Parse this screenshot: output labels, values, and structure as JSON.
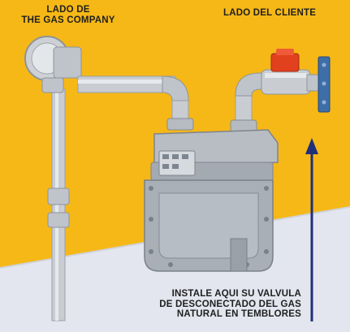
{
  "labels": {
    "gas_company_side": [
      "LADO DE",
      "THE GAS COMPANY"
    ],
    "customer_side": "LADO DEL CLIENTE",
    "instruction": [
      "INSTALE AQUI SU VALVULA",
      "DE DESCONECTADO DEL GAS",
      "NATURAL EN TEMBLORES"
    ]
  },
  "colors": {
    "background": "#f6b817",
    "pipe": "#c9cdd2",
    "meter_body": "#a9afb7",
    "valve_handle": "#e2411e",
    "wall_bracket": "#3e6ea8",
    "arrow": "#1f2f7a",
    "floor": "#e3e6ee"
  },
  "icons": [
    "pressure-regulator-icon",
    "gas-meter-icon",
    "shutoff-valve-icon",
    "wall-mount-icon",
    "up-arrow-icon"
  ]
}
